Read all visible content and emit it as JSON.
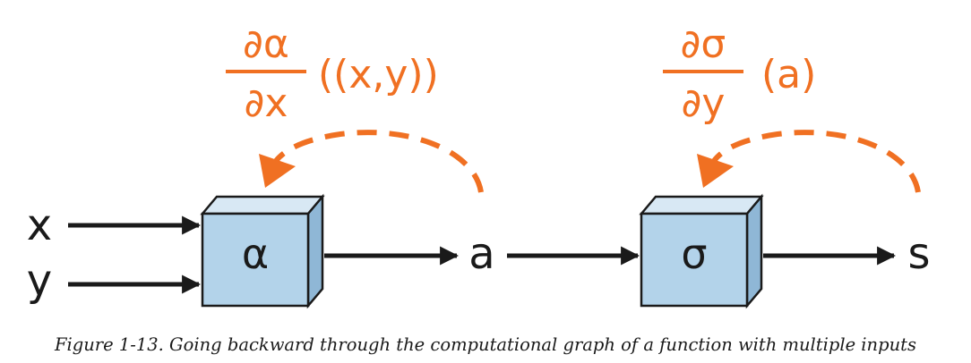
{
  "inputs": {
    "x": "x",
    "y": "y"
  },
  "node_alpha": {
    "label": "α"
  },
  "intermediate": {
    "label": "a"
  },
  "node_sigma": {
    "label": "σ"
  },
  "output": {
    "label": "s"
  },
  "derivative_alpha": {
    "numerator": "∂α",
    "denominator": "∂x",
    "argument": "((x,y))"
  },
  "derivative_sigma": {
    "numerator": "∂σ",
    "denominator": "∂y",
    "argument": "(a)"
  },
  "caption": "Figure 1-13. Going backward through the computational graph of a function with multiple inputs",
  "colors": {
    "accent_orange": "#f07022",
    "box_face": "#b3d3ea",
    "box_top": "#d8e8f4",
    "box_side": "#8fb7d6",
    "stroke": "#1a1a1a"
  }
}
